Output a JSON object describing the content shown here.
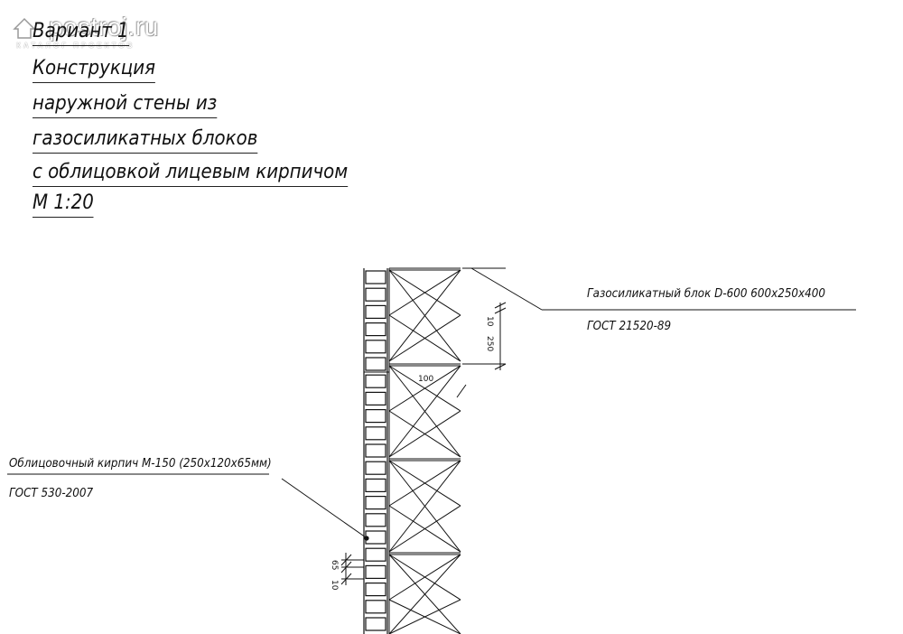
{
  "watermark": {
    "site": "postroj.ru",
    "tagline": "КАТАЛОГ ПРОЕКТОВ"
  },
  "title": {
    "lines": [
      "Вариант 1",
      "Конструкция",
      "наружной стены из",
      "газосиликатных блоков",
      "с облицовкой лицевым кирпичом",
      "М 1:20"
    ]
  },
  "callouts": {
    "block": {
      "name": "Газосиликатный блок D-600 600x250x400",
      "standard": "ГОСТ 21520-89"
    },
    "brick": {
      "name": "Облицовочный кирпич М-150 (250x120x65мм)",
      "standard": "ГОСТ 530-2007"
    }
  },
  "dimensions": {
    "block_height": "250",
    "block_joint": "10",
    "brick_height": "65",
    "brick_joint": "10",
    "gap": "100"
  }
}
